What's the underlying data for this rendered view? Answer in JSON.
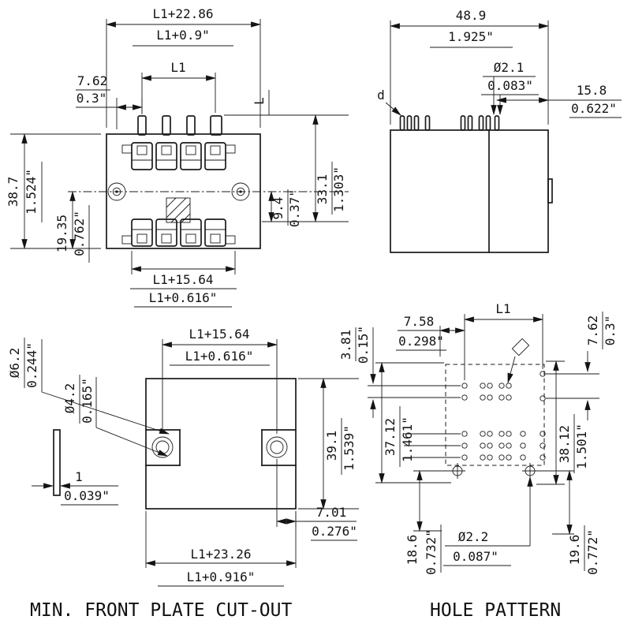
{
  "drawing": {
    "front": {
      "width_outer_mm": "L1+22.86",
      "width_outer_in": "L1+0.9\"",
      "l1": "L1",
      "pin_offset_mm": "7.62",
      "pin_offset_in": "0.3\"",
      "pin_length_label": "L",
      "height_mm": "38.7",
      "height_in": "1.524\"",
      "half_height_mm": "19.35",
      "half_height_in": "0.762\"",
      "row_offset_mm": "9.4",
      "row_offset_in": "0.37\"",
      "depth_mm": "33.1",
      "depth_in": "1.303\"",
      "width_inner_mm": "L1+15.64",
      "width_inner_in": "L1+0.616\""
    },
    "side": {
      "width_mm": "48.9",
      "width_in": "1.925\"",
      "pin_dia_mm": "Ø2.1",
      "pin_dia_in": "0.083\"",
      "edge_offset_mm": "15.8",
      "edge_offset_in": "0.622\"",
      "pin_label": "d"
    },
    "cutout": {
      "title": "MIN. FRONT PLATE CUT-OUT",
      "span_mm": "L1+15.64",
      "span_in": "L1+0.616\"",
      "outer_dia_mm": "Ø6.2",
      "outer_dia_in": "0.244\"",
      "inner_dia_mm": "Ø4.2",
      "inner_dia_in": "0.165\"",
      "plate_mm": "1",
      "plate_in": "0.039\"",
      "height_mm": "39.1",
      "height_in": "1.539\"",
      "offset_mm": "7.01",
      "offset_in": "0.276\"",
      "width_mm": "L1+23.26",
      "width_in": "L1+0.916\""
    },
    "holes": {
      "title": "HOLE PATTERN",
      "l1": "L1",
      "col_offset_mm": "7.58",
      "col_offset_in": "0.298\"",
      "pitch_mm": "7.62",
      "pitch_in": "0.3\"",
      "half_pitch_mm": "3.81",
      "half_pitch_in": "0.15\"",
      "height_a_mm": "37.12",
      "height_a_in": "1.461\"",
      "height_b_mm": "38.12",
      "height_b_in": "1.501\"",
      "bottom_a_mm": "18.6",
      "bottom_a_in": "0.732\"",
      "bottom_b_mm": "19.6",
      "bottom_b_in": "0.772\"",
      "screw_dia_mm": "Ø2.2",
      "screw_dia_in": "0.087\""
    }
  }
}
